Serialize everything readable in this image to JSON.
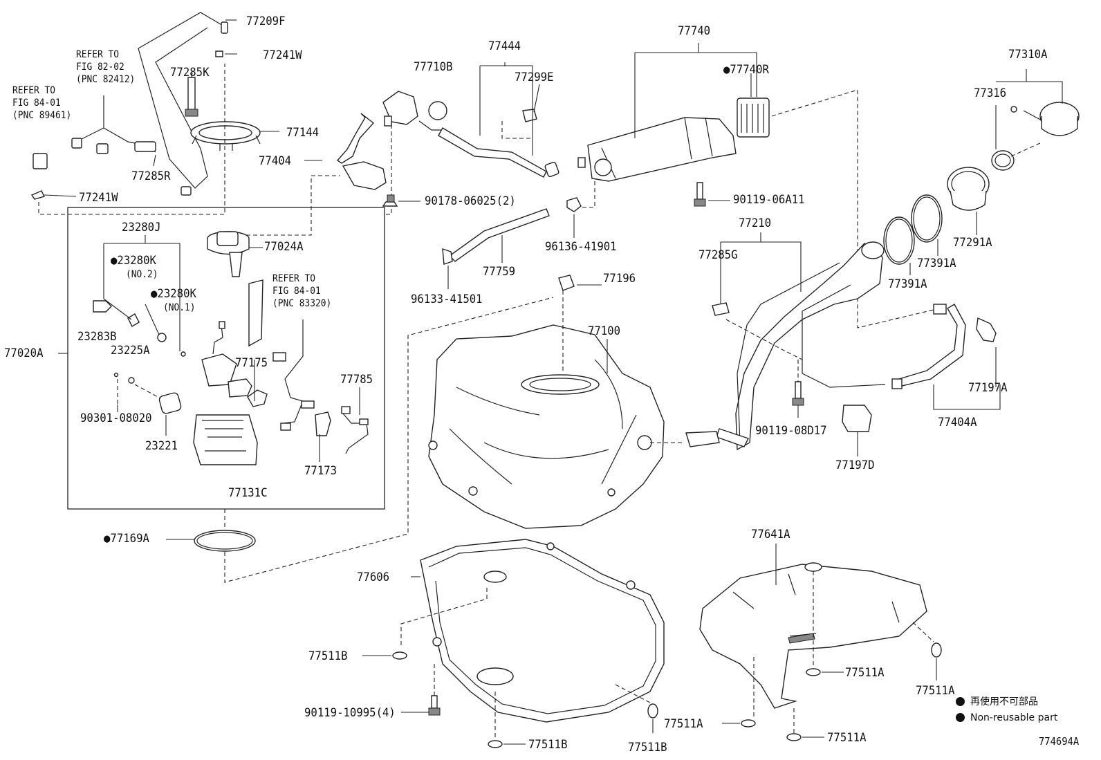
{
  "figure": {
    "number": "774694A",
    "legend": {
      "japanese": "再使用不可部品",
      "english": "Non-reusable part"
    }
  },
  "labels": {
    "p77209F": "77209F",
    "p77241W_top": "77241W",
    "p77285K": "77285K",
    "p77144": "77144",
    "p77285R": "77285R",
    "p77241W_left": "77241W",
    "ref1_a": "REFER TO",
    "ref1_b": "FIG 82-02",
    "ref1_c": "(PNC 82412)",
    "ref2_a": "REFER TO",
    "ref2_b": "FIG 84-01",
    "ref2_c": "(PNC 89461)",
    "p77710B": "77710B",
    "p77444": "77444",
    "p77299E": "77299E",
    "p77404": "77404",
    "p90178": "90178-06025(2)",
    "p77740": "77740",
    "p77740R": "77740R",
    "p90119_06A11": "90119-06A11",
    "p96136": "96136-41901",
    "p77759": "77759",
    "p96133": "96133-41501",
    "p77310A": "77310A",
    "p77316": "77316",
    "p77291A": "77291A",
    "p77391A_1": "77391A",
    "p77391A_2": "77391A",
    "p77210": "77210",
    "p77285G": "77285G",
    "p23280J": "23280J",
    "p77024A": "77024A",
    "p23280K_2": "23280K",
    "no2": "(NO.2)",
    "p23280K_1": "23280K",
    "no1": "(NO.1)",
    "ref3_a": "REFER TO",
    "ref3_b": "FIG 84-01",
    "ref3_c": "(PNC 83320)",
    "p23283B": "23283B",
    "p23225A": "23225A",
    "p77020A": "77020A",
    "p77175": "77175",
    "p77785": "77785",
    "p90301": "90301-08020",
    "p23221": "23221",
    "p77173": "77173",
    "p77131C": "77131C",
    "p77196": "77196",
    "p77100": "77100",
    "p90119_08D17": "90119-08D17",
    "p77197D": "77197D",
    "p77197A": "77197A",
    "p77404A": "77404A",
    "p77169A": "77169A",
    "p77606": "77606",
    "p77641A": "77641A",
    "p77511B_1": "77511B",
    "p90119_10995": "90119-10995(4)",
    "p77511B_2": "77511B",
    "p77511B_3": "77511B",
    "p77511A_1": "77511A",
    "p77511A_2": "77511A",
    "p77511A_3": "77511A",
    "p77511A_4": "77511A"
  }
}
